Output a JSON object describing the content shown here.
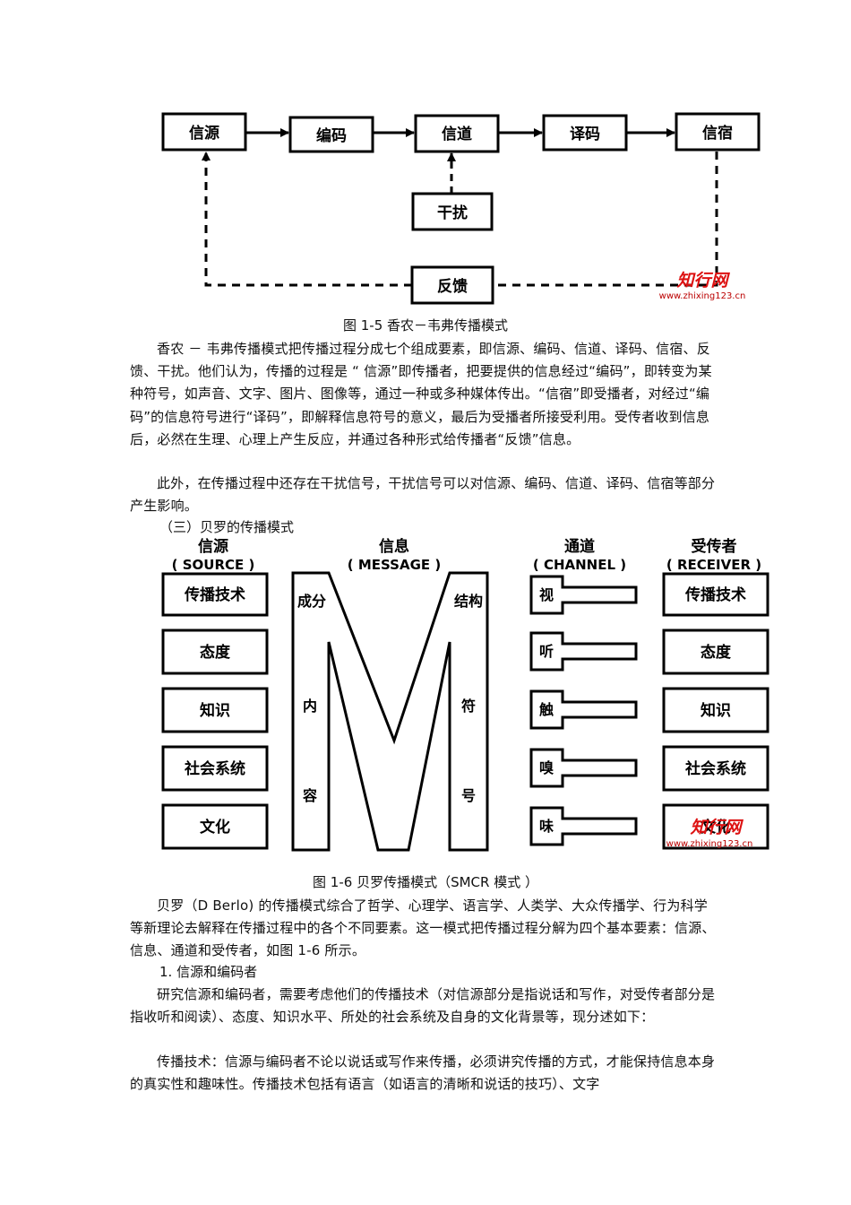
{
  "figure1": {
    "boxes": {
      "source": "信源",
      "encode": "编码",
      "channel": "信道",
      "decode": "译码",
      "receiver": "信宿",
      "noise": "干扰",
      "feedback": "反馈"
    },
    "watermark": {
      "brand": "知行网",
      "url": "www.zhixing123.cn"
    }
  },
  "caption1": "图 1-5 香农－韦弗传播模式",
  "paragraph1": "香农 － 韦弗传播模式把传播过程分成七个组成要素，即信源、编码、信道、译码、信宿、反馈、干扰。他们认为，传播的过程是 “ 信源”即传播者，把要提供的信息经过“编码”，即转变为某种符号，如声音、文字、图片、图像等，通过一种或多种媒体传出。“信宿”即受播者，对经过“编码”的信息符号进行“译码”，即解释信息符号的意义，最后为受播者所接受利用。受传者收到信息后，必然在生理、心理上产生反应，并通过各种形式给传播者“反馈”信息。",
  "paragraph2": "此外，在传播过程中还存在干扰信号，干扰信号可以对信源、编码、信道、译码、信宿等部分产生影响。",
  "section_heading": "（三）贝罗的传播模式",
  "figure2": {
    "source_title": "信源",
    "source_en": "( SOURCE )",
    "message_title": "信息",
    "message_en": "( MESSAGE )",
    "channel_title": "通道",
    "channel_en": "( CHANNEL )",
    "receiver_title": "受传者",
    "receiver_en": "( RECEIVER )",
    "source_items": [
      "传播技术",
      "态度",
      "知识",
      "社会系统",
      "文化"
    ],
    "receiver_items": [
      "传播技术",
      "态度",
      "知识",
      "社会系统",
      "文化"
    ],
    "message_labels": {
      "left_top": "成分",
      "right_top": "结构",
      "left_chars": [
        "内",
        "容"
      ],
      "right_chars": [
        "符",
        "号"
      ]
    },
    "channel_items": [
      "视",
      "听",
      "触",
      "嗅",
      "味"
    ],
    "watermark": {
      "brand": "知行网",
      "url": "www.zhixing123.cn"
    }
  },
  "caption2": "图 1-6 贝罗传播模式（SMCR 模式 ）",
  "paragraph3": "贝罗（D Berlo) 的传播模式综合了哲学、心理学、语言学、人类学、大众传播学、行为科学等新理论去解释在传播过程中的各个不同要素。这一模式把传播过程分解为四个基本要素：信源、信息、通道和受传者，如图 1-6 所示。",
  "subheading1": "1. 信源和编码者",
  "paragraph4": "研究信源和编码者，需要考虑他们的传播技术（对信源部分是指说话和写作，对受传者部分是指收听和阅读）、态度、知识水平、所处的社会系统及自身的文化背景等，现分述如下：",
  "paragraph5": "传播技术：信源与编码者不论以说话或写作来传播，必须讲究传播的方式，才能保持信息本身的真实性和趣味性。传播技术包括有语言（如语言的清晰和说话的技巧）、文字"
}
